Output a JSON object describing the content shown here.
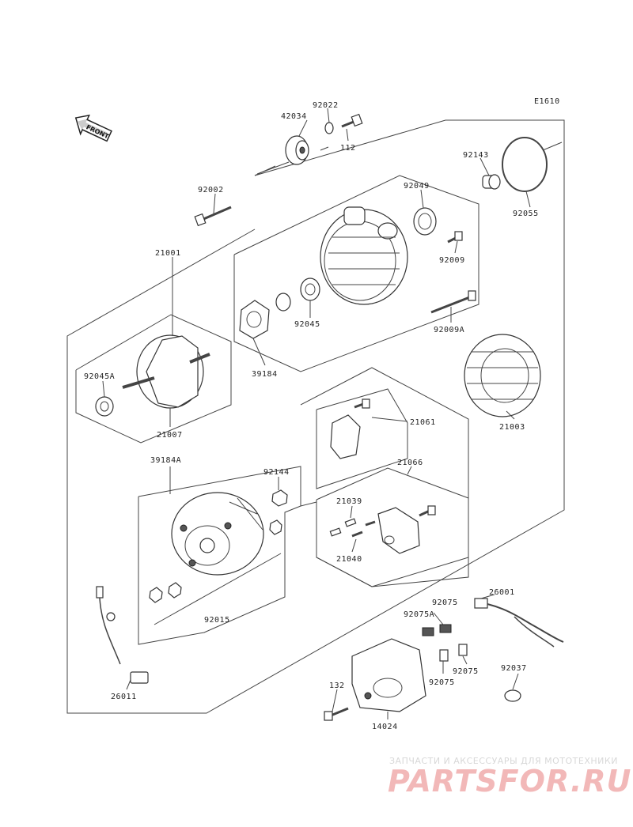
{
  "diagram": {
    "code": "E1610",
    "direction_label": "FRONT",
    "parts": [
      {
        "id": "p42034",
        "label": "42034"
      },
      {
        "id": "p92022",
        "label": "92022"
      },
      {
        "id": "p112",
        "label": "112"
      },
      {
        "id": "p92143",
        "label": "92143"
      },
      {
        "id": "p92055",
        "label": "92055"
      },
      {
        "id": "p92002",
        "label": "92002"
      },
      {
        "id": "p92049",
        "label": "92049"
      },
      {
        "id": "p92009",
        "label": "92009"
      },
      {
        "id": "p21001",
        "label": "21001"
      },
      {
        "id": "p92045",
        "label": "92045"
      },
      {
        "id": "p92009A",
        "label": "92009A"
      },
      {
        "id": "p39184",
        "label": "39184"
      },
      {
        "id": "p92045A",
        "label": "92045A"
      },
      {
        "id": "p21007",
        "label": "21007"
      },
      {
        "id": "p21003",
        "label": "21003"
      },
      {
        "id": "p21061",
        "label": "21061"
      },
      {
        "id": "p39184A",
        "label": "39184A"
      },
      {
        "id": "p92144",
        "label": "92144"
      },
      {
        "id": "p21066",
        "label": "21066"
      },
      {
        "id": "p21039",
        "label": "21039"
      },
      {
        "id": "p21040",
        "label": "21040"
      },
      {
        "id": "p92015",
        "label": "92015"
      },
      {
        "id": "p26001",
        "label": "26001"
      },
      {
        "id": "p92075a",
        "label": "92075"
      },
      {
        "id": "p92075A",
        "label": "92075A"
      },
      {
        "id": "p92075b",
        "label": "92075"
      },
      {
        "id": "p92075c",
        "label": "92075"
      },
      {
        "id": "p92037",
        "label": "92037"
      },
      {
        "id": "p26011",
        "label": "26011"
      },
      {
        "id": "p132",
        "label": "132"
      },
      {
        "id": "p14024",
        "label": "14024"
      }
    ]
  },
  "watermark": {
    "tagline": "ЗАПЧАСТИ И АКСЕССУАРЫ ДЛЯ МОТОТЕХНИКИ",
    "logo": "PARTSFOR.RU"
  }
}
